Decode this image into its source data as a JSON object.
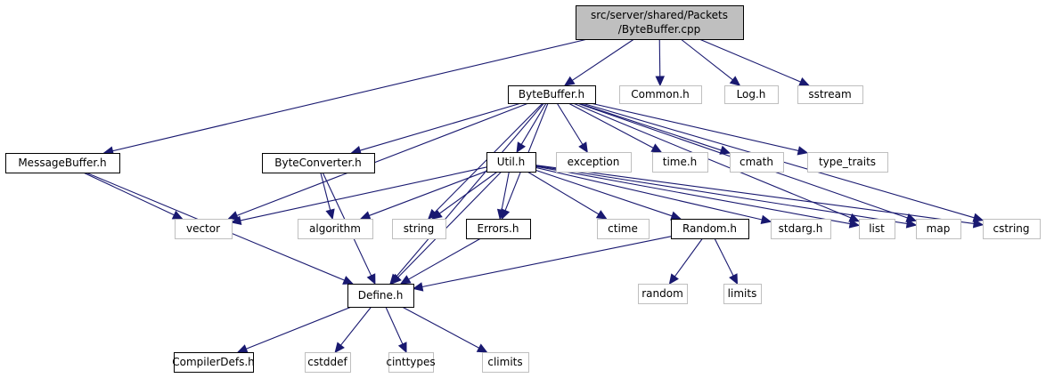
{
  "graph": {
    "type": "include-dependency-graph",
    "colors": {
      "edge": "#191970",
      "root_fill": "#bfbfbf",
      "documented_border": "#000000",
      "external_border": "#bfbfbf"
    },
    "nodes": [
      {
        "id": "root",
        "label_lines": [
          "src/server/shared/Packets",
          "/ByteBuffer.cpp"
        ],
        "kind": "root"
      },
      {
        "id": "bytebuffer_h",
        "label_lines": [
          "ByteBuffer.h"
        ],
        "kind": "documented"
      },
      {
        "id": "common_h",
        "label_lines": [
          "Common.h"
        ],
        "kind": "external"
      },
      {
        "id": "log_h",
        "label_lines": [
          "Log.h"
        ],
        "kind": "external"
      },
      {
        "id": "sstream",
        "label_lines": [
          "sstream"
        ],
        "kind": "external"
      },
      {
        "id": "messagebuffer_h",
        "label_lines": [
          "MessageBuffer.h"
        ],
        "kind": "documented"
      },
      {
        "id": "byteconverter_h",
        "label_lines": [
          "ByteConverter.h"
        ],
        "kind": "documented"
      },
      {
        "id": "util_h",
        "label_lines": [
          "Util.h"
        ],
        "kind": "documented"
      },
      {
        "id": "exception",
        "label_lines": [
          "exception"
        ],
        "kind": "external"
      },
      {
        "id": "time_h",
        "label_lines": [
          "time.h"
        ],
        "kind": "external"
      },
      {
        "id": "cmath",
        "label_lines": [
          "cmath"
        ],
        "kind": "external"
      },
      {
        "id": "type_traits",
        "label_lines": [
          "type_traits"
        ],
        "kind": "external"
      },
      {
        "id": "vector",
        "label_lines": [
          "vector"
        ],
        "kind": "external"
      },
      {
        "id": "algorithm",
        "label_lines": [
          "algorithm"
        ],
        "kind": "external"
      },
      {
        "id": "string",
        "label_lines": [
          "string"
        ],
        "kind": "external"
      },
      {
        "id": "errors_h",
        "label_lines": [
          "Errors.h"
        ],
        "kind": "documented"
      },
      {
        "id": "ctime",
        "label_lines": [
          "ctime"
        ],
        "kind": "external"
      },
      {
        "id": "random_h",
        "label_lines": [
          "Random.h"
        ],
        "kind": "documented"
      },
      {
        "id": "stdarg_h",
        "label_lines": [
          "stdarg.h"
        ],
        "kind": "external"
      },
      {
        "id": "list",
        "label_lines": [
          "list"
        ],
        "kind": "external"
      },
      {
        "id": "map",
        "label_lines": [
          "map"
        ],
        "kind": "external"
      },
      {
        "id": "cstring",
        "label_lines": [
          "cstring"
        ],
        "kind": "external"
      },
      {
        "id": "random",
        "label_lines": [
          "random"
        ],
        "kind": "external"
      },
      {
        "id": "limits",
        "label_lines": [
          "limits"
        ],
        "kind": "external"
      },
      {
        "id": "define_h",
        "label_lines": [
          "Define.h"
        ],
        "kind": "documented"
      },
      {
        "id": "compilerdefs_h",
        "label_lines": [
          "CompilerDefs.h"
        ],
        "kind": "documented"
      },
      {
        "id": "cstddef",
        "label_lines": [
          "cstddef"
        ],
        "kind": "external"
      },
      {
        "id": "cinttypes",
        "label_lines": [
          "cinttypes"
        ],
        "kind": "external"
      },
      {
        "id": "climits",
        "label_lines": [
          "climits"
        ],
        "kind": "external"
      }
    ],
    "edges": [
      [
        "root",
        "messagebuffer_h"
      ],
      [
        "root",
        "bytebuffer_h"
      ],
      [
        "root",
        "common_h"
      ],
      [
        "root",
        "log_h"
      ],
      [
        "root",
        "sstream"
      ],
      [
        "messagebuffer_h",
        "vector"
      ],
      [
        "messagebuffer_h",
        "define_h"
      ],
      [
        "bytebuffer_h",
        "byteconverter_h"
      ],
      [
        "bytebuffer_h",
        "util_h"
      ],
      [
        "bytebuffer_h",
        "exception"
      ],
      [
        "bytebuffer_h",
        "time_h"
      ],
      [
        "bytebuffer_h",
        "cmath"
      ],
      [
        "bytebuffer_h",
        "type_traits"
      ],
      [
        "bytebuffer_h",
        "vector"
      ],
      [
        "bytebuffer_h",
        "string"
      ],
      [
        "bytebuffer_h",
        "errors_h"
      ],
      [
        "bytebuffer_h",
        "define_h"
      ],
      [
        "bytebuffer_h",
        "list"
      ],
      [
        "bytebuffer_h",
        "map"
      ],
      [
        "bytebuffer_h",
        "cstring"
      ],
      [
        "byteconverter_h",
        "algorithm"
      ],
      [
        "byteconverter_h",
        "define_h"
      ],
      [
        "util_h",
        "vector"
      ],
      [
        "util_h",
        "algorithm"
      ],
      [
        "util_h",
        "string"
      ],
      [
        "util_h",
        "errors_h"
      ],
      [
        "util_h",
        "define_h"
      ],
      [
        "util_h",
        "ctime"
      ],
      [
        "util_h",
        "random_h"
      ],
      [
        "util_h",
        "stdarg_h"
      ],
      [
        "util_h",
        "list"
      ],
      [
        "util_h",
        "map"
      ],
      [
        "util_h",
        "cstring"
      ],
      [
        "errors_h",
        "define_h"
      ],
      [
        "random_h",
        "define_h"
      ],
      [
        "random_h",
        "random"
      ],
      [
        "random_h",
        "limits"
      ],
      [
        "define_h",
        "compilerdefs_h"
      ],
      [
        "define_h",
        "cstddef"
      ],
      [
        "define_h",
        "cinttypes"
      ],
      [
        "define_h",
        "climits"
      ]
    ]
  }
}
